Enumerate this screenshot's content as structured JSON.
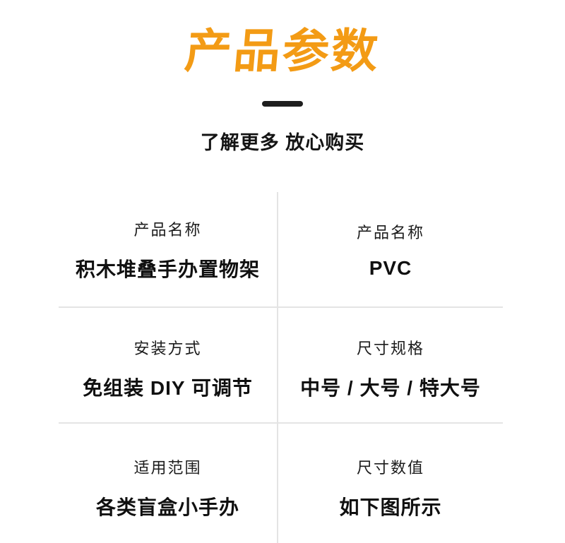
{
  "page": {
    "title": "产品参数",
    "subtitle": "了解更多 放心购买"
  },
  "colors": {
    "accent": "#F39B15",
    "dash": "#1E1E1E",
    "divider": "#E4E4E4",
    "text": "#141414"
  },
  "table": {
    "rows": [
      {
        "left": {
          "label": "产品名称",
          "value": "积木堆叠手办置物架"
        },
        "right": {
          "label": "产品名称",
          "value": "PVC"
        }
      },
      {
        "left": {
          "label": "安装方式",
          "value": "免组装 DIY 可调节"
        },
        "right": {
          "label": "尺寸规格",
          "value": "中号 / 大号 / 特大号"
        }
      },
      {
        "left": {
          "label": "适用范围",
          "value": "各类盲盒小手办"
        },
        "right": {
          "label": "尺寸数值",
          "value": "如下图所示"
        }
      }
    ]
  }
}
